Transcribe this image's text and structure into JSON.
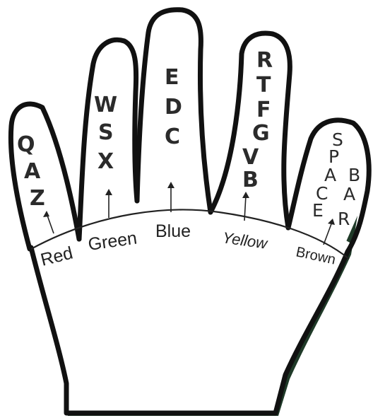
{
  "fingers": [
    {
      "letters": [
        "Q",
        "A",
        "Z"
      ],
      "color": "Red"
    },
    {
      "letters": [
        "W",
        "S",
        "X"
      ],
      "color": "Green"
    },
    {
      "letters": [
        "E",
        "D",
        "C"
      ],
      "color": "Blue"
    },
    {
      "letters": [
        "R",
        "T",
        "F",
        "G",
        "V",
        "B"
      ],
      "color": "Yellow"
    },
    {
      "letters": [
        "S",
        "P",
        "A",
        "C",
        "E",
        "B",
        "A",
        "R"
      ],
      "color": "Brown"
    }
  ],
  "colors": {
    "outline": "#111111",
    "palm_shadow": "#1f3a28",
    "fill": "#ffffff"
  }
}
